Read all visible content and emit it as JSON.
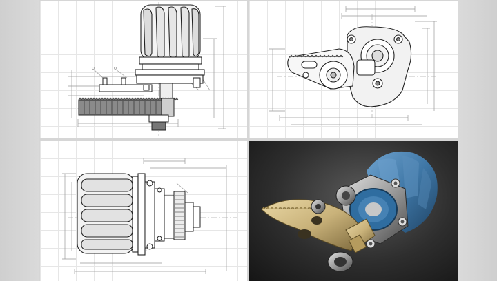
{
  "page": {
    "title": "",
    "views": [
      {
        "id": "front",
        "label": ""
      },
      {
        "id": "top",
        "label": ""
      },
      {
        "id": "side",
        "label": ""
      },
      {
        "id": "render",
        "label": ""
      }
    ]
  },
  "colors": {
    "background": "#d6d6d6",
    "grid": "#e6e6e6",
    "line": "#222222",
    "dimension": "#888888",
    "render_blue": "#3f77a6",
    "render_gold": "#c9b27a",
    "render_steel": "#b9b9b9",
    "render_bg": "#222222"
  }
}
